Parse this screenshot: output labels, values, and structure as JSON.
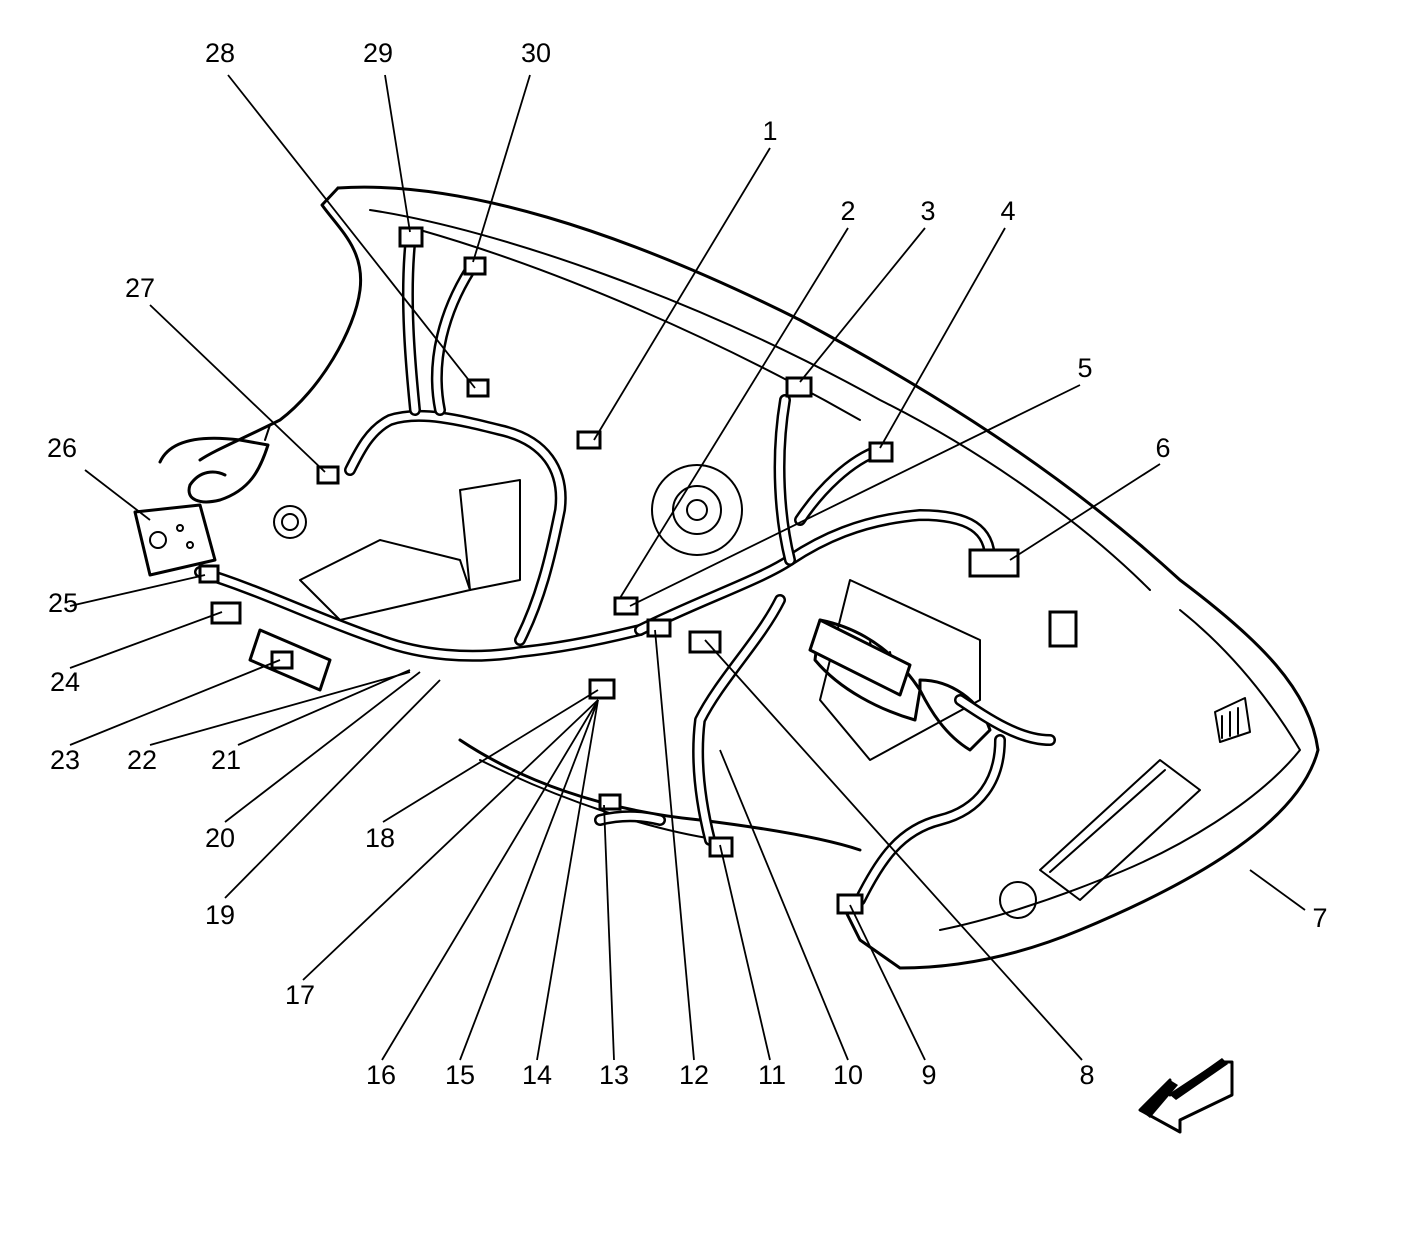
{
  "diagram": {
    "type": "instrument-panel-wiring-harness-connector-locator",
    "callouts": [
      {
        "id": "c1",
        "label": "1"
      },
      {
        "id": "c2",
        "label": "2"
      },
      {
        "id": "c3",
        "label": "3"
      },
      {
        "id": "c4",
        "label": "4"
      },
      {
        "id": "c5",
        "label": "5"
      },
      {
        "id": "c6",
        "label": "6"
      },
      {
        "id": "c7",
        "label": "7"
      },
      {
        "id": "c8",
        "label": "8"
      },
      {
        "id": "c9",
        "label": "9"
      },
      {
        "id": "c10",
        "label": "10"
      },
      {
        "id": "c11",
        "label": "11"
      },
      {
        "id": "c12",
        "label": "12"
      },
      {
        "id": "c13",
        "label": "13"
      },
      {
        "id": "c14",
        "label": "14"
      },
      {
        "id": "c15",
        "label": "15"
      },
      {
        "id": "c16",
        "label": "16"
      },
      {
        "id": "c17",
        "label": "17"
      },
      {
        "id": "c18",
        "label": "18"
      },
      {
        "id": "c19",
        "label": "19"
      },
      {
        "id": "c20",
        "label": "20"
      },
      {
        "id": "c21",
        "label": "21"
      },
      {
        "id": "c22",
        "label": "22"
      },
      {
        "id": "c23",
        "label": "23"
      },
      {
        "id": "c24",
        "label": "24"
      },
      {
        "id": "c25",
        "label": "25"
      },
      {
        "id": "c26",
        "label": "26"
      },
      {
        "id": "c27",
        "label": "27"
      },
      {
        "id": "c28",
        "label": "28"
      },
      {
        "id": "c29",
        "label": "29"
      },
      {
        "id": "c30",
        "label": "30"
      }
    ],
    "direction_arrow": {
      "icon": "front-of-vehicle-arrow-icon"
    }
  }
}
